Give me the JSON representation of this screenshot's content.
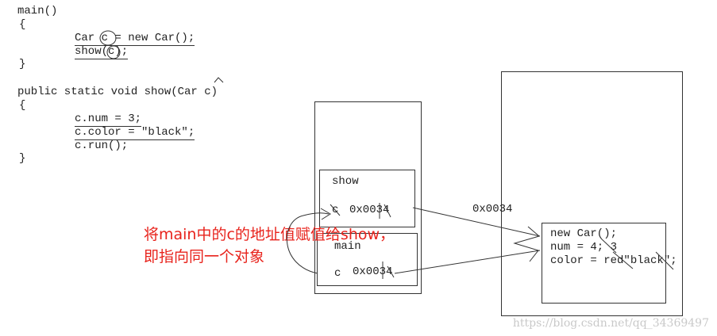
{
  "code": {
    "main_sig": "main()",
    "main_open": "{",
    "main_line1": "Car c = new Car();",
    "main_line2": "show(c);",
    "main_close": "}",
    "show_sig": "public static void show(Car c)",
    "show_open": "{",
    "show_line1": "c.num = 3;",
    "show_line2": "c.color = \"black\";",
    "show_line3": "c.run();",
    "show_close": "}"
  },
  "stack": {
    "show_frame": {
      "label": "show",
      "var": "c",
      "value": "0x0034"
    },
    "main_frame": {
      "label": "main",
      "var": "c",
      "value": "0x0034"
    }
  },
  "heap": {
    "address": "0x0034",
    "line1": "new Car();",
    "line2": "num = 4; 3",
    "line3": "color = red\"black\";"
  },
  "annotation": {
    "line1": "将main中的c的地址值赋值给show，",
    "line2": "即指向同一个对象"
  },
  "watermark": "https://blog.csdn.net/qq_34369497",
  "colors": {
    "annotation": "#e8231c",
    "ink": "#222222",
    "watermark": "#c9c9c9"
  }
}
